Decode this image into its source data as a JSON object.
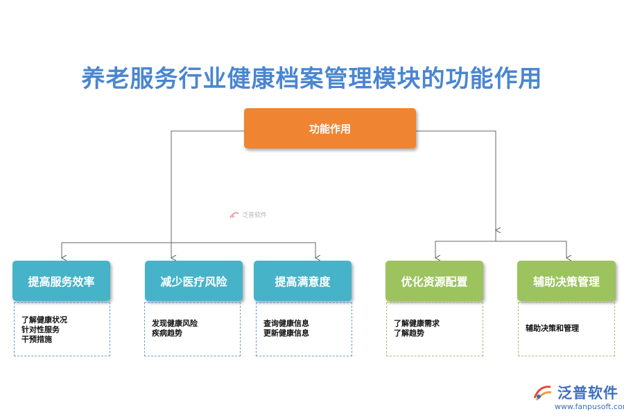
{
  "title": "养老服务行业健康档案管理模块的功能作用",
  "root": "功能作用",
  "nodes": [
    {
      "label": "提高服务效率",
      "details": [
        "了解健康状况",
        "针对性服务",
        "干预措施"
      ]
    },
    {
      "label": "减少医疗风险",
      "details": [
        "发现健康风险",
        "疾病趋势"
      ]
    },
    {
      "label": "提高满意度",
      "details": [
        "查询健康信息",
        "更新健康信息"
      ]
    },
    {
      "label": "优化资源配置",
      "details": [
        "了解健康需求",
        "了解趋势"
      ]
    },
    {
      "label": "辅助决策管理",
      "details": [
        "辅助决策和管理"
      ]
    }
  ],
  "colors": {
    "title": "#4a86d0",
    "root": "#ef8432",
    "blue_nodes": "#46b3c9",
    "green_nodes": "#9cc35e"
  },
  "watermark": "泛普软件",
  "logo": {
    "name": "泛普软件",
    "url": "www.fanpusoft.com"
  }
}
